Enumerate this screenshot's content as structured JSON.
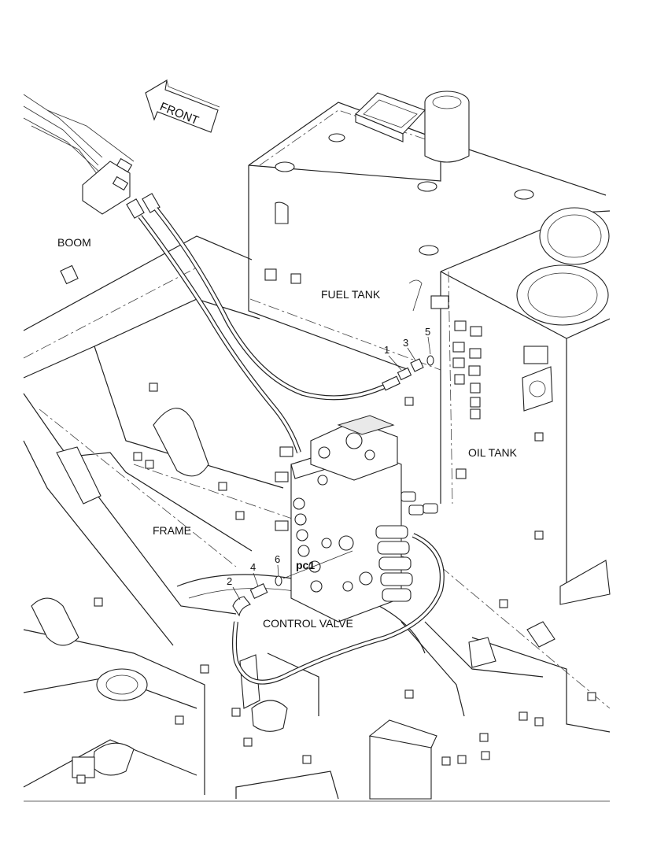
{
  "labels": {
    "front": "FRONT",
    "boom": "BOOM",
    "fuel_tank": "FUEL TANK",
    "oil_tank": "OIL TANK",
    "frame": "FRAME",
    "control_valve": "CONTROL VALVE",
    "port": "pc1"
  },
  "callouts": [
    "1",
    "2",
    "3",
    "4",
    "5",
    "6"
  ]
}
